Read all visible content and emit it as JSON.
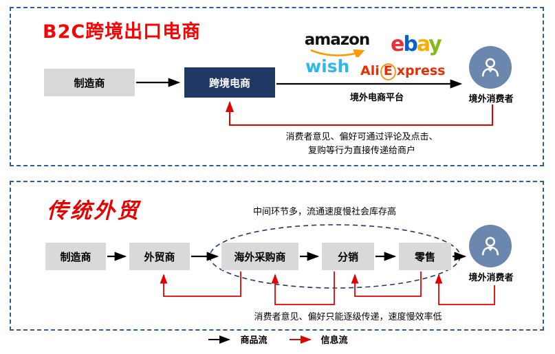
{
  "top_panel": {
    "title": "B2C跨境出口电商",
    "manufacturer": "制造商",
    "cross_border": "跨境电商",
    "platform_label": "境外电商平台",
    "consumer": "境外消费者",
    "feedback_line1": "消费者意见、偏好可通过评论及点击、",
    "feedback_line2": "复购等行为直接传递给商户",
    "logos": {
      "amazon": "amazon",
      "ebay": [
        "e",
        "b",
        "a",
        "y"
      ],
      "wish": "wish",
      "aliexpress": {
        "ali": "Ali",
        "e": "E",
        "xpress": "xpress"
      }
    }
  },
  "bottom_panel": {
    "title": "传统外贸",
    "note": "中间环节多，流通速度慢社会库存高",
    "nodes": [
      "制造商",
      "外贸商",
      "海外采购商",
      "分销",
      "零售"
    ],
    "consumer": "境外消费者",
    "feedback": "消费者意见、偏好只能逐级传递，速度慢效率低"
  },
  "legend": {
    "goods": "商品流",
    "info": "信息流"
  },
  "colors": {
    "accent_red": "#e60000",
    "navy_box": "#1f3864",
    "gray_box": "#d9d9d9",
    "consumer_blue": "#6b87ad",
    "panel_border_blue": "#2e5b97",
    "amazon_orange": "#ff9900",
    "wish_blue": "#2fb7ec",
    "aliexpress_red": "#e62e04"
  }
}
